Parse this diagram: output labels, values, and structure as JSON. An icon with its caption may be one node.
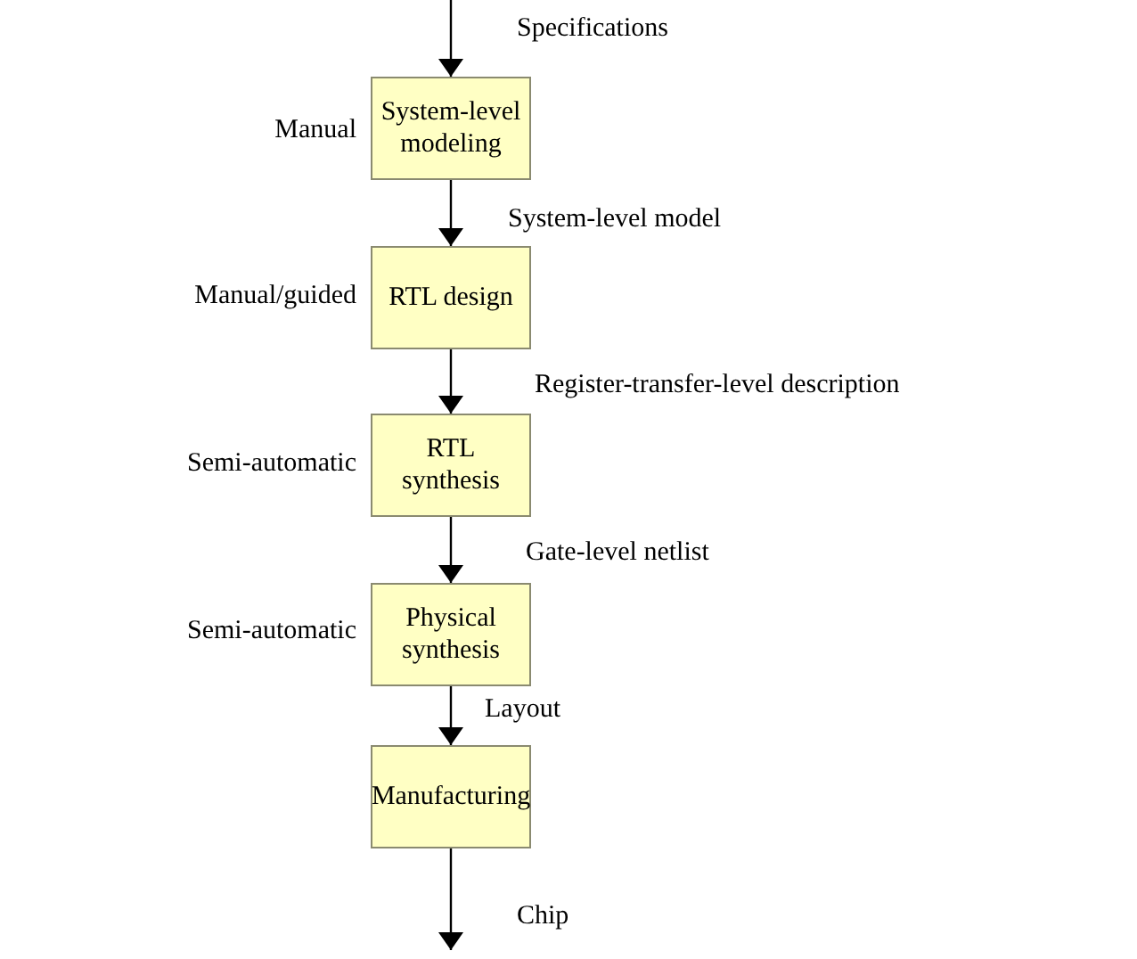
{
  "diagram": {
    "nodes": [
      {
        "text": [
          "System-level modeling"
        ],
        "beside": [
          "Manual"
        ]
      },
      {
        "text": [
          "RTL design"
        ],
        "beside": [
          "Manual/guided"
        ]
      },
      {
        "text": [
          "RTL synthesis"
        ],
        "beside": [
          "Semi-automatic"
        ]
      },
      {
        "text": [
          "Physical synthesis"
        ],
        "beside": [
          "Semi-automatic"
        ]
      },
      {
        "text": [
          "Manufacturing"
        ]
      }
    ],
    "edges": [
      {
        "from": null,
        "to": 0,
        "arrow": "to",
        "label": "Specifications"
      },
      {
        "from": 0,
        "to": 1,
        "arrow": "to",
        "label": "System-level model"
      },
      {
        "from": 1,
        "to": 2,
        "arrow": "to",
        "label": "Register-transfer-level description"
      },
      {
        "from": 2,
        "to": 3,
        "arrow": "to",
        "label": "Gate-level netlist"
      },
      {
        "from": 3,
        "to": 4,
        "arrow": "to",
        "label": "Layout"
      },
      {
        "from": 4,
        "to": null,
        "arrow": "to",
        "label": "Chip"
      }
    ]
  }
}
